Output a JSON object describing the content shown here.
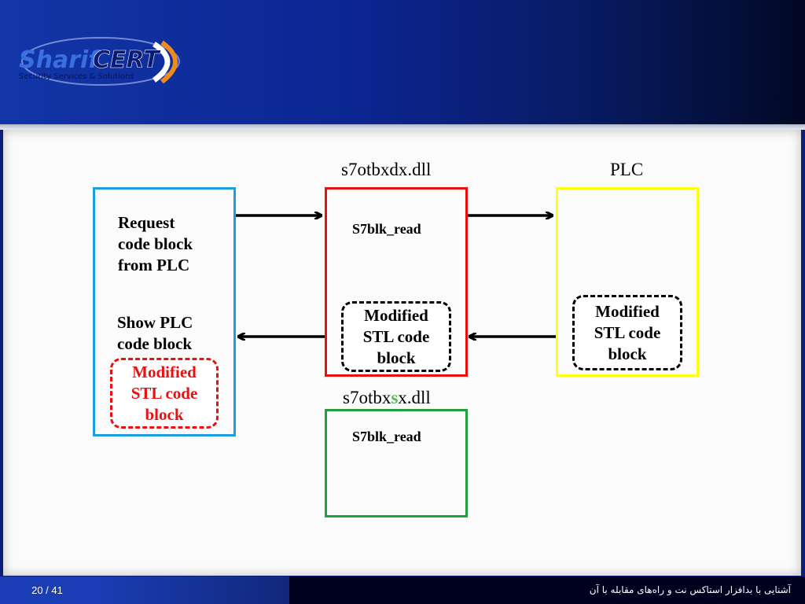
{
  "logo": {
    "text_main": "Sharif",
    "text_accent": "CERT",
    "tagline": "Security Services & Solutions"
  },
  "diagram": {
    "dll_top_label": "s7otbxdx.dll",
    "plc_label": "PLC",
    "left_box": {
      "request_lines": [
        "Request",
        "code block",
        "from PLC"
      ],
      "show_lines": [
        "Show PLC",
        "code block"
      ],
      "modified_lines": [
        "Modified",
        "STL code",
        "block"
      ]
    },
    "center_box": {
      "function_label": "S7blk_read",
      "modified_lines": [
        "Modified",
        "STL code",
        "block"
      ]
    },
    "plc_box": {
      "modified_lines": [
        "Modified",
        "STL code",
        "block"
      ]
    },
    "dll_bottom_label": {
      "prefix": "s7otbx",
      "highlight": "s",
      "suffix": "x.dll"
    },
    "bottom_box": {
      "function_label": "S7blk_read"
    },
    "colors": {
      "left_box": "#1e9de0",
      "center_box": "#e81010",
      "plc_box": "#ffff10",
      "bottom_box": "#20a040",
      "highlight_letter": "#5cb85c",
      "modified_red": "#e81010"
    }
  },
  "footer": {
    "page": "20 / 41",
    "title": "آشنایی با بدافزار استاکس نت و راه‌های مقابله با آن"
  }
}
